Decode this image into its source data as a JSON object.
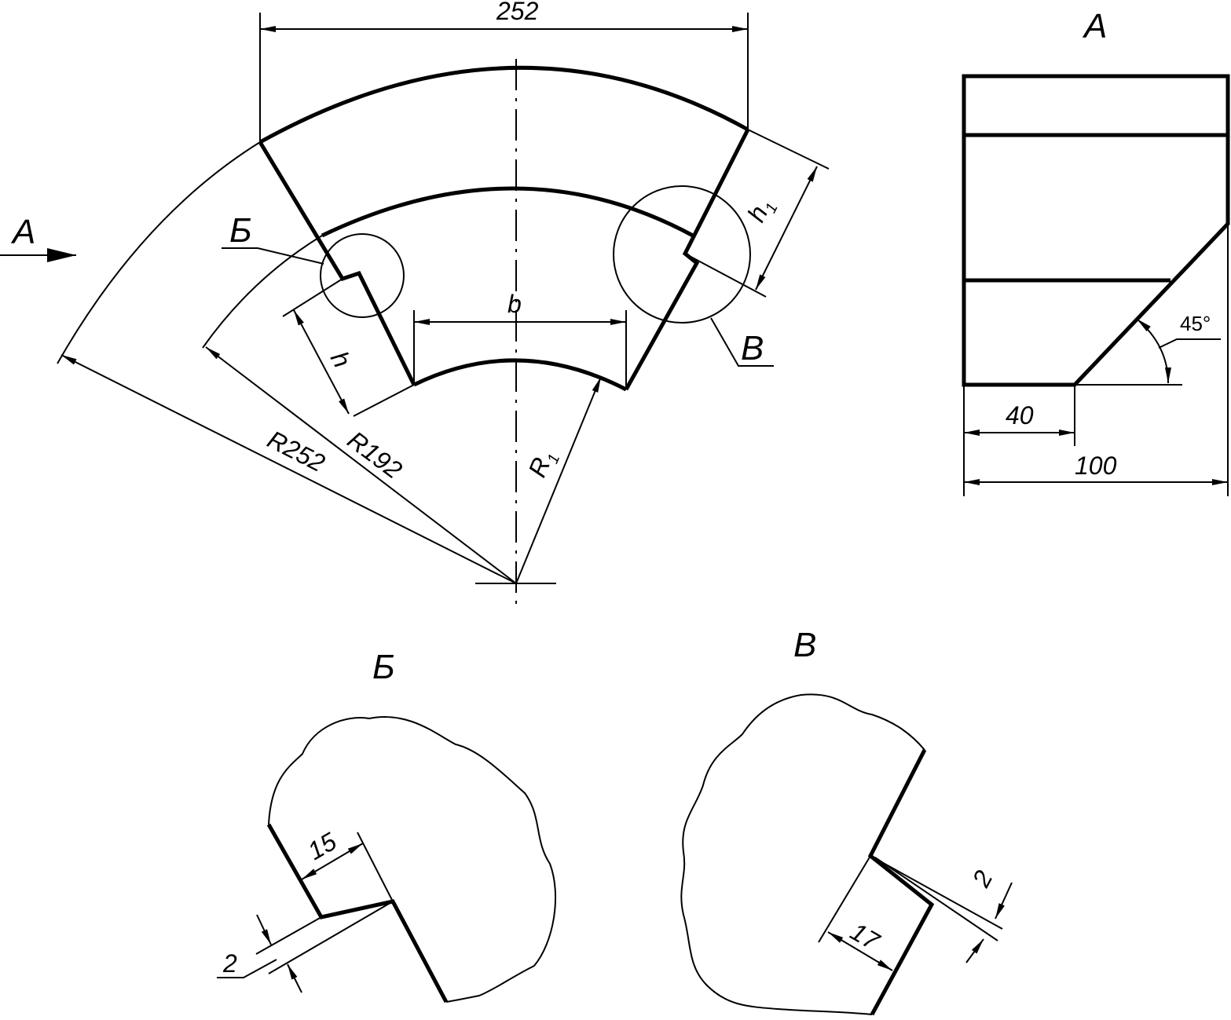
{
  "main_view": {
    "dim_width": "252",
    "dim_b": "b",
    "dim_h": "h",
    "dim_h1_main": "h",
    "dim_h1_sub": "1",
    "dim_r_outer": "R252",
    "dim_r_inner": "R192",
    "dim_r1_main": "R",
    "dim_r1_sub": "1",
    "label_view_a": "A",
    "label_detail_b": "Б",
    "label_detail_v": "В"
  },
  "view_a": {
    "title": "A",
    "dim_40": "40",
    "dim_100": "100",
    "angle": "45°"
  },
  "detail_b": {
    "title": "Б",
    "dim_15": "15",
    "dim_2": "2"
  },
  "detail_v": {
    "title": "В",
    "dim_17": "17",
    "dim_2": "2"
  }
}
